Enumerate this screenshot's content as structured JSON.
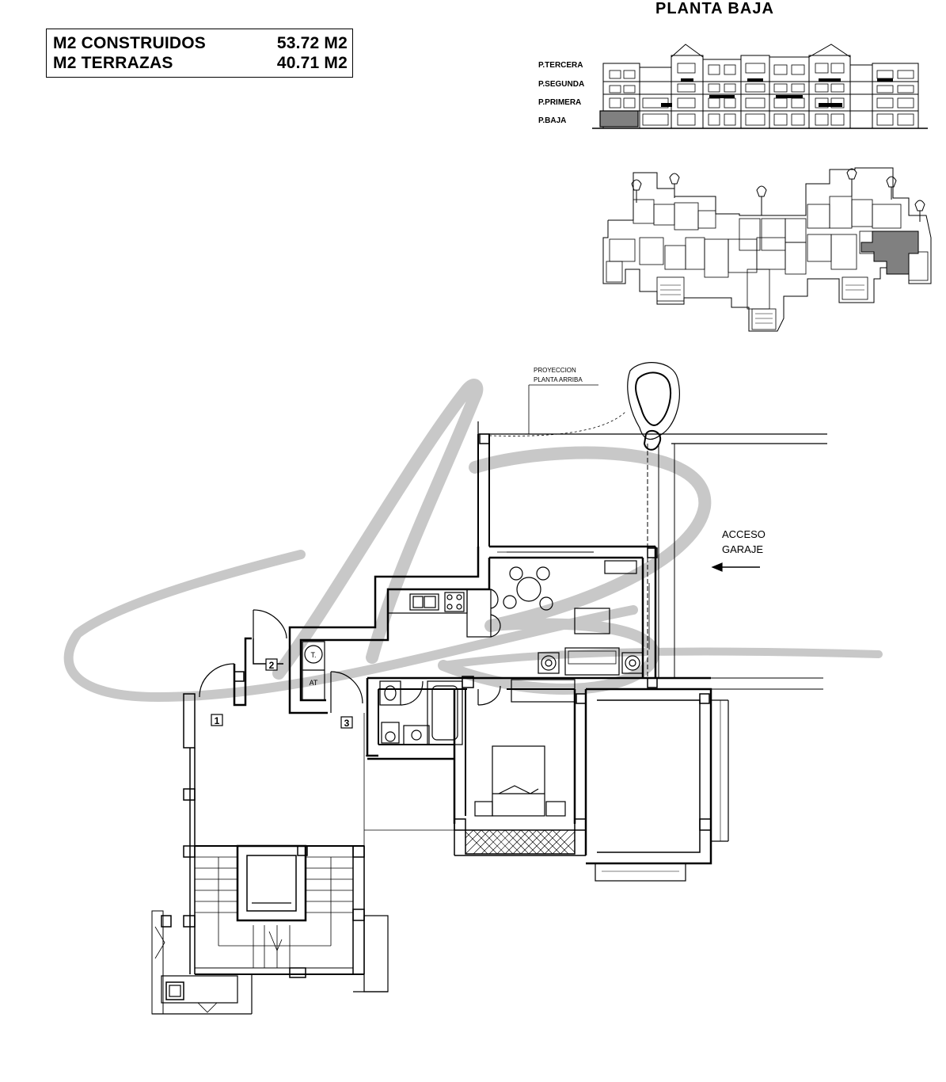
{
  "areas": {
    "built_label": "M2 CONSTRUIDOS",
    "built_value": "53.72 M2",
    "terraces_label": "M2 TERRAZAS",
    "terraces_value": "40.71 M2"
  },
  "title": "PLANTA BAJA",
  "floors": [
    "P.TERCERA",
    "P.SEGUNDA",
    "P.PRIMERA",
    "P.BAJA"
  ],
  "plan": {
    "projection_line1": "PROYECCION",
    "projection_line2": "PLANTA  ARRIBA",
    "access_line1": "ACCESO",
    "access_line2": "GARAJE",
    "marker_1": "1",
    "marker_2": "2",
    "marker_3": "3",
    "label_t": "T.",
    "label_at": "AT"
  },
  "colors": {
    "line": "#000000",
    "highlight": "#808080",
    "watermark": "#c8c8c8"
  }
}
